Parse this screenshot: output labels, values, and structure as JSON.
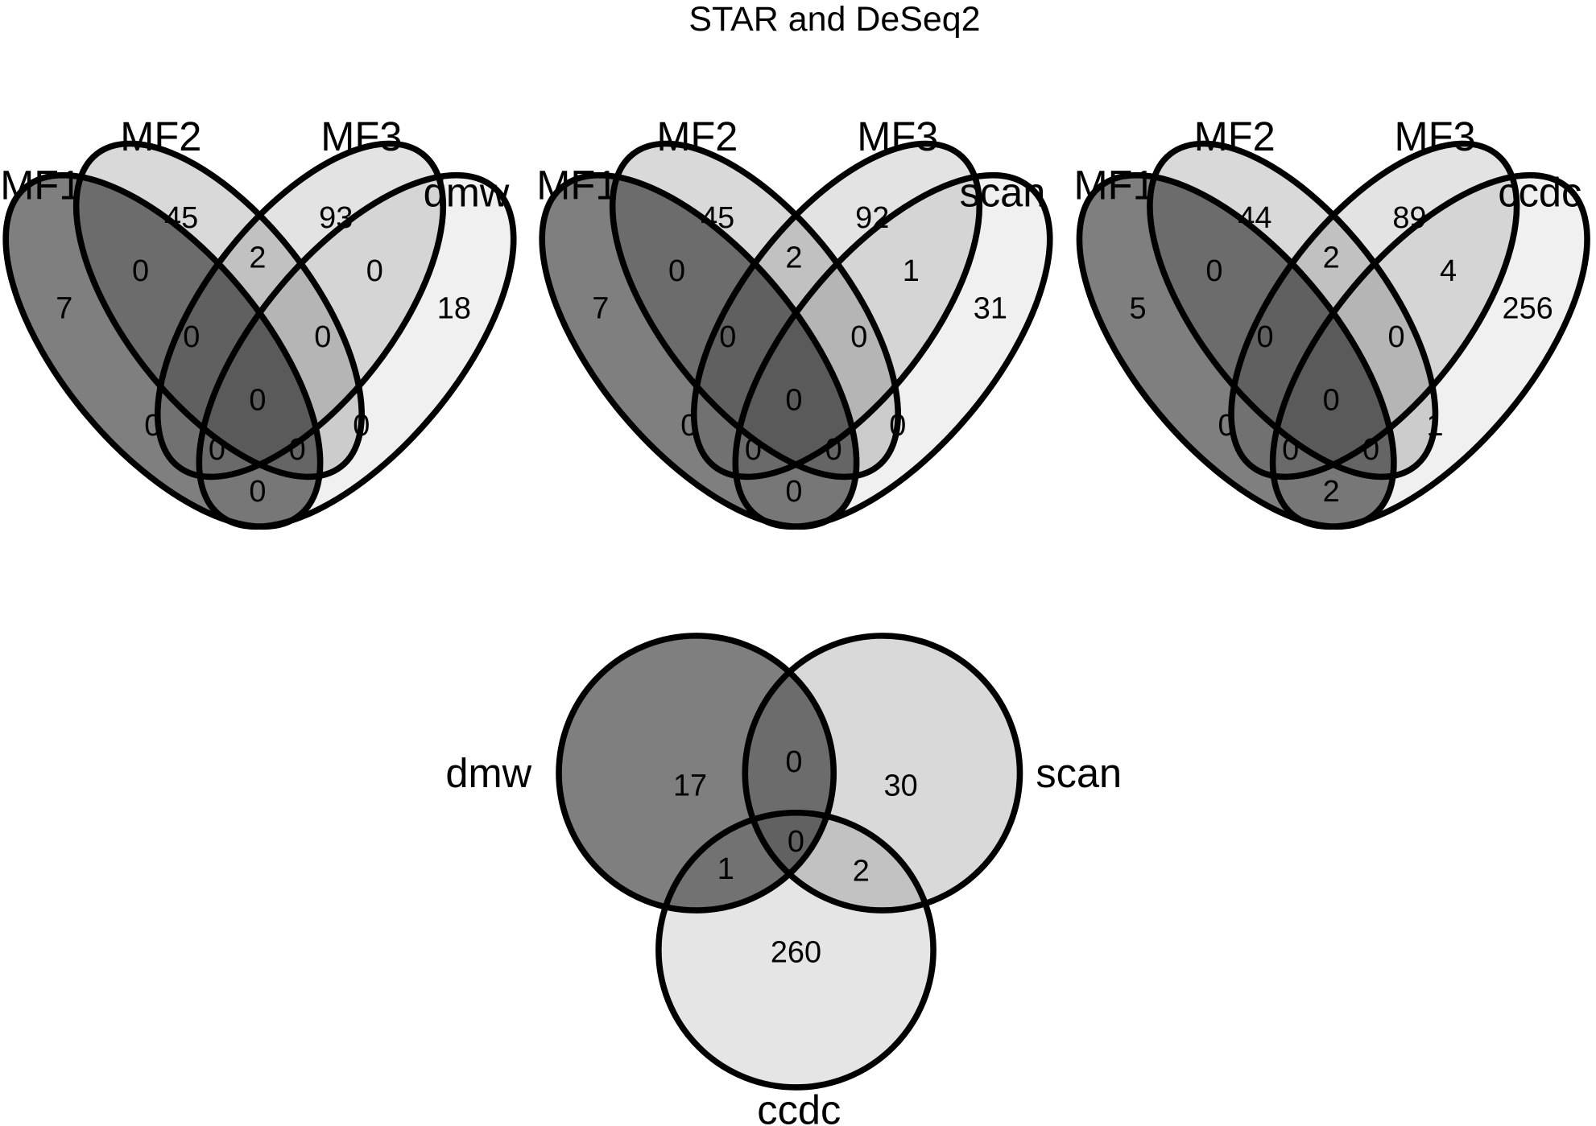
{
  "chart_data": {
    "type": "venn",
    "title": "STAR and DeSeq2",
    "panels": [
      {
        "sets": [
          "MF1",
          "MF2",
          "MF3",
          "dmw"
        ],
        "regions": [
          {
            "sets": [
              "MF1"
            ],
            "value": 7
          },
          {
            "sets": [
              "MF2"
            ],
            "value": 45
          },
          {
            "sets": [
              "MF3"
            ],
            "value": 93
          },
          {
            "sets": [
              "dmw"
            ],
            "value": 18
          },
          {
            "sets": [
              "MF1",
              "MF2"
            ],
            "value": 0
          },
          {
            "sets": [
              "MF2",
              "MF3"
            ],
            "value": 2
          },
          {
            "sets": [
              "MF3",
              "dmw"
            ],
            "value": 0
          },
          {
            "sets": [
              "MF1",
              "MF2",
              "MF3"
            ],
            "value": 0
          },
          {
            "sets": [
              "MF2",
              "MF3",
              "dmw"
            ],
            "value": 0
          },
          {
            "sets": [
              "MF1",
              "MF2",
              "MF3",
              "dmw"
            ],
            "value": 0
          },
          {
            "sets": [
              "MF1",
              "MF3"
            ],
            "value": 0
          },
          {
            "sets": [
              "MF2",
              "dmw"
            ],
            "value": 0
          },
          {
            "sets": [
              "MF1",
              "MF3",
              "dmw"
            ],
            "value": 0
          },
          {
            "sets": [
              "MF1",
              "MF2",
              "dmw"
            ],
            "value": 0
          },
          {
            "sets": [
              "MF1",
              "dmw"
            ],
            "value": 0
          }
        ]
      },
      {
        "sets": [
          "MF1",
          "MF2",
          "MF3",
          "scan"
        ],
        "regions": [
          {
            "sets": [
              "MF1"
            ],
            "value": 7
          },
          {
            "sets": [
              "MF2"
            ],
            "value": 45
          },
          {
            "sets": [
              "MF3"
            ],
            "value": 92
          },
          {
            "sets": [
              "scan"
            ],
            "value": 31
          },
          {
            "sets": [
              "MF1",
              "MF2"
            ],
            "value": 0
          },
          {
            "sets": [
              "MF2",
              "MF3"
            ],
            "value": 2
          },
          {
            "sets": [
              "MF3",
              "scan"
            ],
            "value": 1
          },
          {
            "sets": [
              "MF1",
              "MF2",
              "MF3"
            ],
            "value": 0
          },
          {
            "sets": [
              "MF2",
              "MF3",
              "scan"
            ],
            "value": 0
          },
          {
            "sets": [
              "MF1",
              "MF2",
              "MF3",
              "scan"
            ],
            "value": 0
          },
          {
            "sets": [
              "MF1",
              "MF3"
            ],
            "value": 0
          },
          {
            "sets": [
              "MF2",
              "scan"
            ],
            "value": 0
          },
          {
            "sets": [
              "MF1",
              "MF3",
              "scan"
            ],
            "value": 0
          },
          {
            "sets": [
              "MF1",
              "MF2",
              "scan"
            ],
            "value": 0
          },
          {
            "sets": [
              "MF1",
              "scan"
            ],
            "value": 0
          }
        ]
      },
      {
        "sets": [
          "MF1",
          "MF2",
          "MF3",
          "ccdc"
        ],
        "regions": [
          {
            "sets": [
              "MF1"
            ],
            "value": 5
          },
          {
            "sets": [
              "MF2"
            ],
            "value": 44
          },
          {
            "sets": [
              "MF3"
            ],
            "value": 89
          },
          {
            "sets": [
              "ccdc"
            ],
            "value": 256
          },
          {
            "sets": [
              "MF1",
              "MF2"
            ],
            "value": 0
          },
          {
            "sets": [
              "MF2",
              "MF3"
            ],
            "value": 2
          },
          {
            "sets": [
              "MF3",
              "ccdc"
            ],
            "value": 4
          },
          {
            "sets": [
              "MF1",
              "MF2",
              "MF3"
            ],
            "value": 0
          },
          {
            "sets": [
              "MF2",
              "MF3",
              "ccdc"
            ],
            "value": 0
          },
          {
            "sets": [
              "MF1",
              "MF2",
              "MF3",
              "ccdc"
            ],
            "value": 0
          },
          {
            "sets": [
              "MF1",
              "MF3"
            ],
            "value": 0
          },
          {
            "sets": [
              "MF2",
              "ccdc"
            ],
            "value": 1
          },
          {
            "sets": [
              "MF1",
              "MF3",
              "ccdc"
            ],
            "value": 0
          },
          {
            "sets": [
              "MF1",
              "MF2",
              "ccdc"
            ],
            "value": 0
          },
          {
            "sets": [
              "MF1",
              "ccdc"
            ],
            "value": 2
          }
        ]
      },
      {
        "sets": [
          "dmw",
          "scan",
          "ccdc"
        ],
        "regions": [
          {
            "sets": [
              "dmw"
            ],
            "value": 17
          },
          {
            "sets": [
              "dmw",
              "scan"
            ],
            "value": 0
          },
          {
            "sets": [
              "scan"
            ],
            "value": 30
          },
          {
            "sets": [
              "dmw",
              "ccdc"
            ],
            "value": 1
          },
          {
            "sets": [
              "dmw",
              "scan",
              "ccdc"
            ],
            "value": 0
          },
          {
            "sets": [
              "scan",
              "ccdc"
            ],
            "value": 2
          },
          {
            "sets": [
              "ccdc"
            ],
            "value": 260
          }
        ]
      }
    ]
  }
}
